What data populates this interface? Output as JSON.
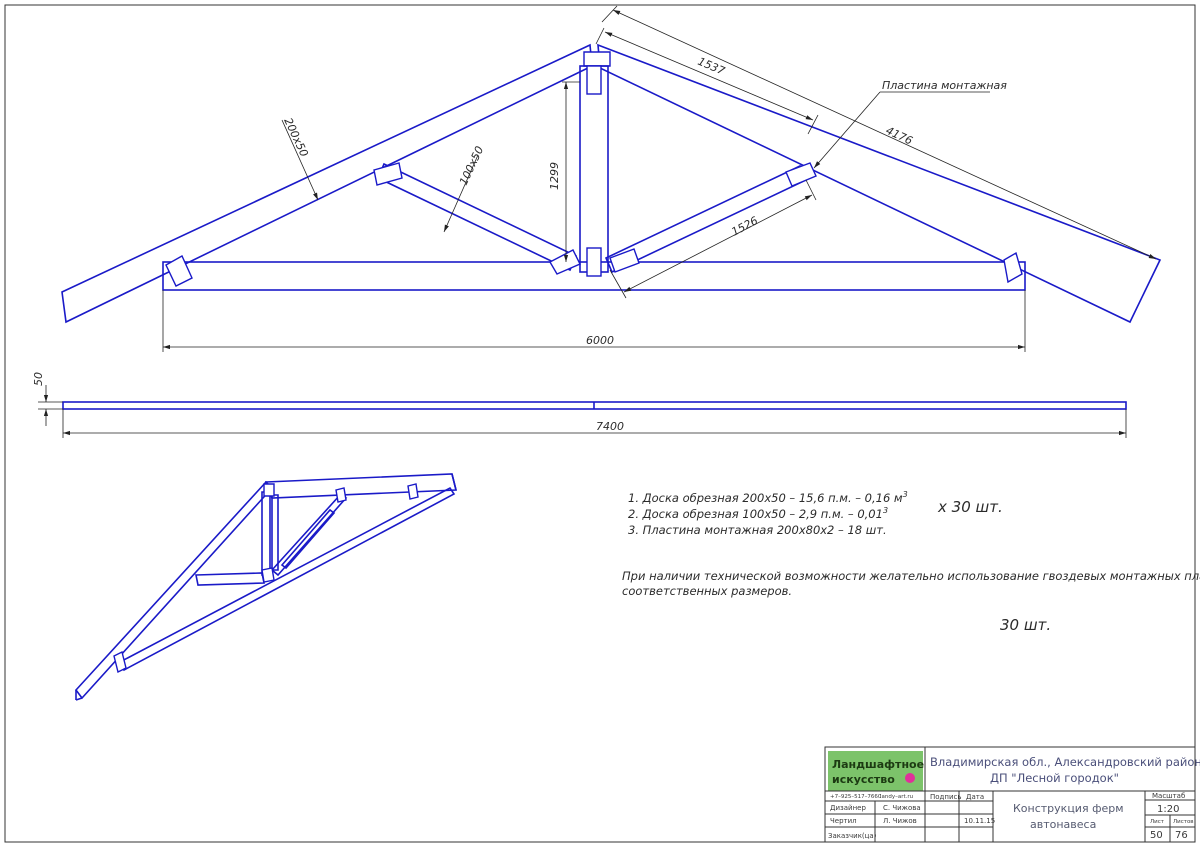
{
  "drawing": {
    "dims": {
      "rafter_section": "200x50",
      "brace_section": "100x50",
      "king_post_height": "1299",
      "upper_segment": "1537",
      "rafter_length": "4176",
      "brace_length": "1526",
      "span": "6000",
      "beam_thickness": "50",
      "beam_length": "7400"
    },
    "callout": "Пластина монтажная",
    "notes": [
      "1. Доска обрезная 200х50 – 15,6 п.м. – 0,16 м",
      "2. Доска обрезная 100х50 – 2,9 п.м. – 0,01",
      "3. Пластина монтажная 200х80х2 – 18 шт."
    ],
    "note_sup": [
      "3",
      "3"
    ],
    "quantity_1": "х 30 шт.",
    "remark": [
      "При наличии технической возможности желательно использование гвоздевых монтажных пластин,",
      "соответственных размеров."
    ],
    "quantity_2": "30 шт."
  },
  "title_block": {
    "logo": [
      "Ландшафтное",
      "искусство"
    ],
    "address_line1": "Владимирская обл., Александровский район,",
    "address_line2": "ДП \"Лесной городок\"",
    "contacts": [
      "+7–925–517–7660",
      "landy–art.ru"
    ],
    "col_signature": "Подпись",
    "col_date": "Дата",
    "role_designer": "Дизайнер",
    "name_designer": "С. Чижова",
    "role_drafter": "Чертил",
    "name_drafter": "Л. Чижов",
    "date": "10.11.15",
    "role_customer": "Заказчик(ца)",
    "title_line1": "Конструкция ферм",
    "title_line2": "автонавеса",
    "scale_label": "Масштаб",
    "scale_value": "1:20",
    "sheet_label": "Лист",
    "sheets_label": "Листов",
    "sheet_value": "50",
    "sheets_value": "76",
    "colors": {
      "line": "#1a1ac8",
      "logo_bg": "#7cc36a",
      "logo_dot": "#e0309a"
    }
  }
}
